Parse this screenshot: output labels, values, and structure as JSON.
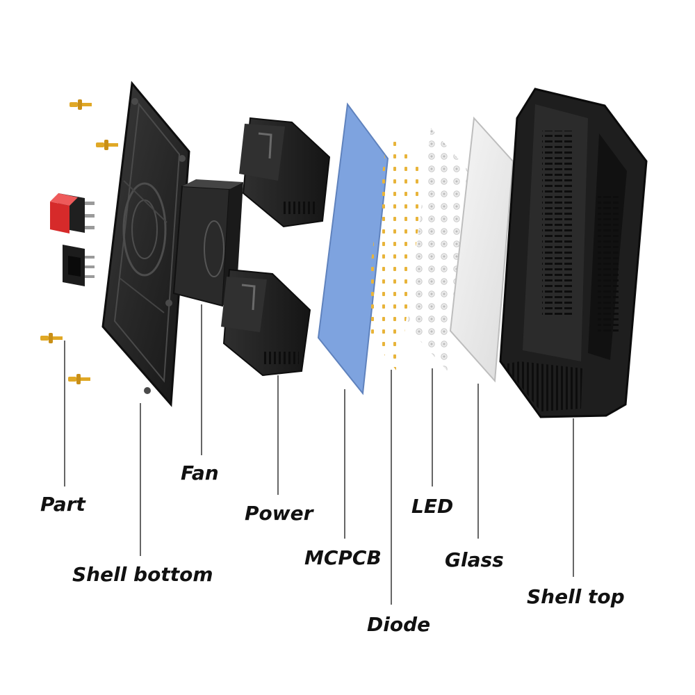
{
  "labels": {
    "part": "Part",
    "shell_bottom": "Shell bottom",
    "fan": "Fan",
    "power": "Power",
    "mcpcb": "MCPCB",
    "diode": "Diode",
    "led": "LED",
    "glass": "Glass",
    "shell_top": "Shell top"
  },
  "colors": {
    "housing": "#262626",
    "mcpcb": "#7ea3df",
    "diode": "#e8b43a",
    "led": "#e6e6e6",
    "glass": "#eeeeee",
    "switch": "#d62a2a",
    "screw": "#e0a826",
    "leader": "#666666"
  },
  "icons": [
    "screw-icon",
    "rocker-switch-icon",
    "power-socket-icon"
  ]
}
